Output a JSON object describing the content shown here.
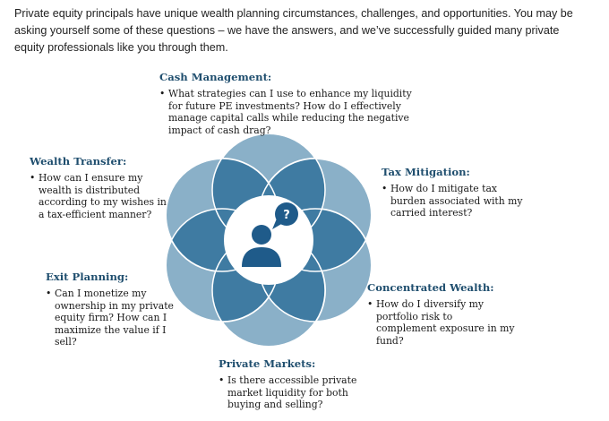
{
  "intro": "Private equity principals have unique wealth planning circumstances, challenges, and opportunities. You may be asking yourself some of these questions – we have the answers, and we’ve successfully guided many private equity professionals like you through them.",
  "bullet_glyph": "•",
  "center_icon": {
    "name": "person-question-icon",
    "badge": "?"
  },
  "colors": {
    "light_circle": "#8ab0c8",
    "mid_overlap": "#3f7ba2",
    "dark_icon": "#1f5b8a",
    "heading": "#1f4e6e"
  },
  "topics": {
    "cash_management": {
      "title": "Cash Management:",
      "text": "What strategies can I use to enhance my liquidity for future PE investments? How do I effectively manage capital calls while reducing the negative impact of cash drag?"
    },
    "tax_mitigation": {
      "title": "Tax Mitigation:",
      "text": "How do I mitigate tax burden associated with my carried interest?"
    },
    "concentrated_wealth": {
      "title": "Concentrated Wealth:",
      "text": "How do I diversify my portfolio risk to complement exposure in my fund?"
    },
    "private_markets": {
      "title": "Private Markets:",
      "text": "Is there accessible private market liquidity for both buying and selling?"
    },
    "exit_planning": {
      "title": "Exit Planning:",
      "text": "Can I monetize my ownership in my private equity firm? How can I maximize the value if I sell?"
    },
    "wealth_transfer": {
      "title": "Wealth Transfer:",
      "text": "How can I ensure my wealth is distributed according to my wishes in a tax-efficient manner?"
    }
  }
}
